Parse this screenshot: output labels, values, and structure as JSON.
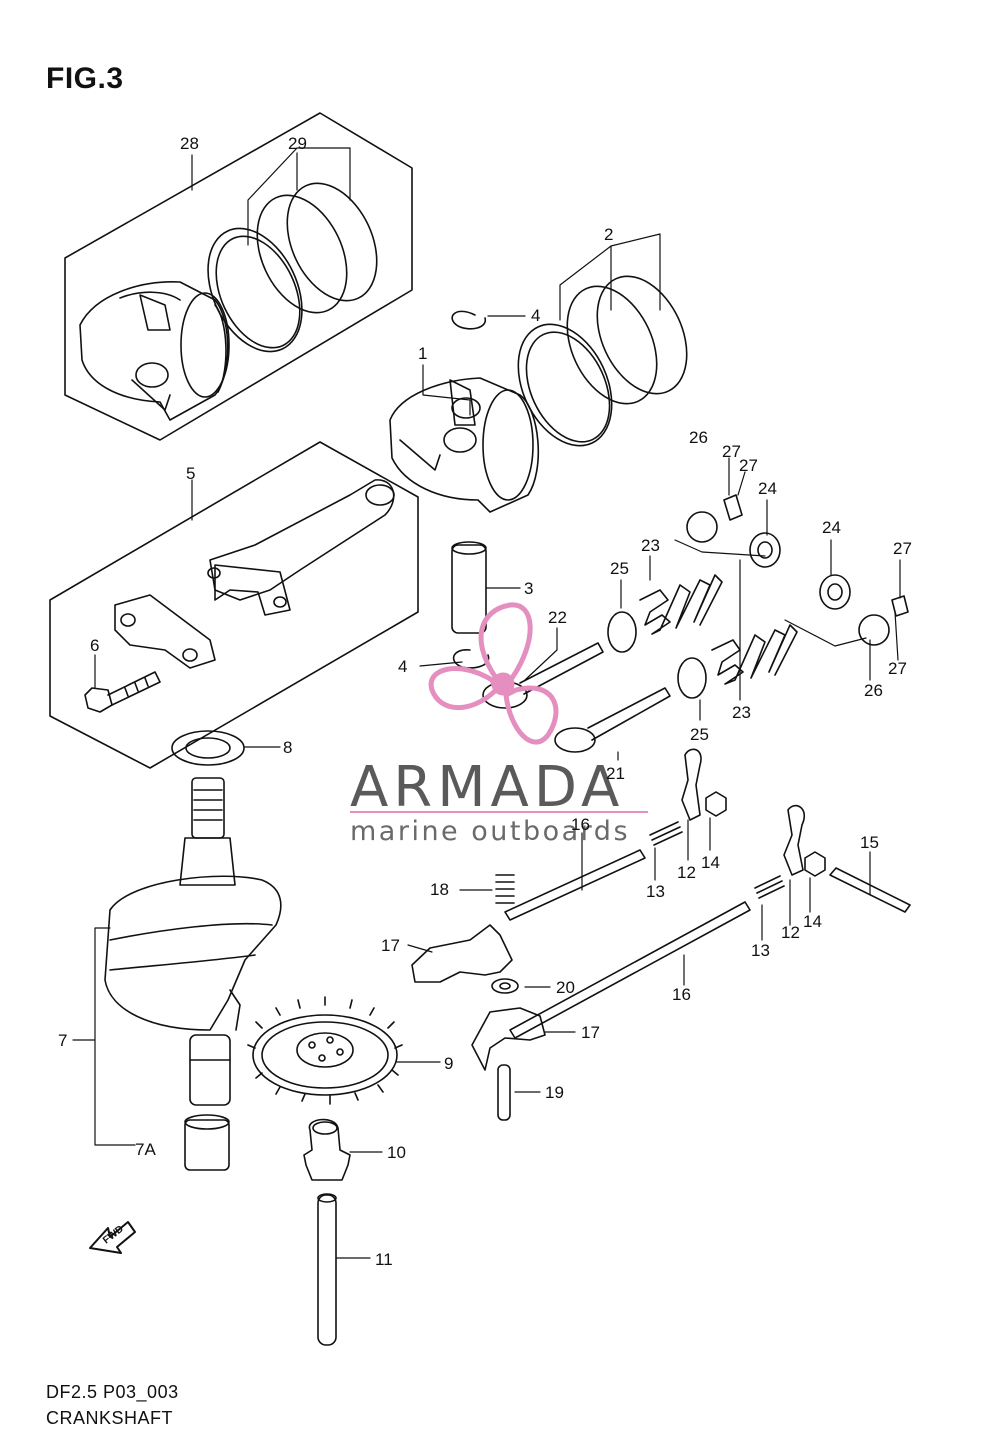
{
  "figure": {
    "title": "FIG.3"
  },
  "footer": {
    "code": "DF2.5 P03_003",
    "name": "CRANKSHAFT"
  },
  "watermark": {
    "title": "ARMADA",
    "subtitle": "marine outboards",
    "accent_color": "#e48fbf",
    "text_color": "#5a5a5a"
  },
  "fwd_label": "FWD",
  "callouts": {
    "c1": "1",
    "c2": "2",
    "c3": "3",
    "c4a": "4",
    "c4b": "4",
    "c5": "5",
    "c6": "6",
    "c7": "7",
    "c7a": "7A",
    "c8": "8",
    "c9": "9",
    "c10": "10",
    "c11": "11",
    "c12a": "12",
    "c12b": "12",
    "c13a": "13",
    "c13b": "13",
    "c14a": "14",
    "c14b": "14",
    "c15": "15",
    "c16a": "16",
    "c16b": "16",
    "c17a": "17",
    "c17b": "17",
    "c18": "18",
    "c19": "19",
    "c20": "20",
    "c21": "21",
    "c22": "22",
    "c23a": "23",
    "c23b": "23",
    "c24a": "24",
    "c24b": "24",
    "c25a": "25",
    "c25b": "25",
    "c26a": "26",
    "c26b": "26",
    "c27a": "27",
    "c27b": "27",
    "c27c": "27",
    "c27d": "27",
    "c28": "28",
    "c29": "29"
  }
}
